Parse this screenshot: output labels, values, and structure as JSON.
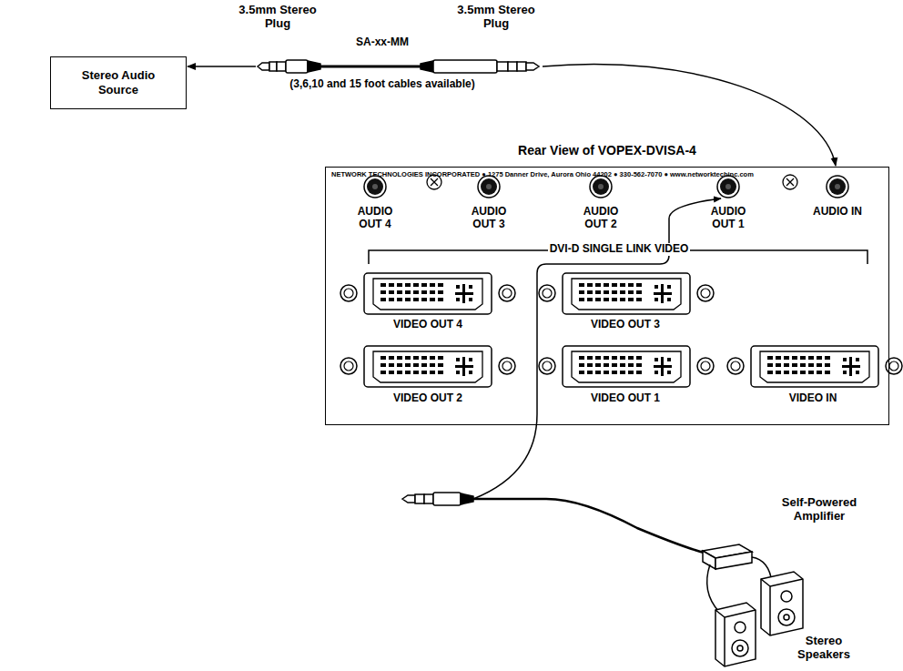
{
  "diagram": {
    "nodes": [
      {
        "text": [
          "Stereo Audio Source"
        ]
      },
      {
        "text": [
          "Rear View of VOPEX-DVISA-4",
          "NETWORK TECHNOLOGIES INCORPORATED ● 1275 Danner Drive, Aurora Ohio 44202 ● 330-562-7070 ● www.networktechinc.com"
        ]
      }
    ],
    "edges": [
      {
        "from": 0,
        "to": 1,
        "arrow": "both"
      }
    ],
    "labels": [
      "3.5mm Stereo Plug",
      "SA-xx-MM",
      "3.5mm Stereo Plug",
      "(3,6,10 and 15 foot cables available)",
      "AUDIO OUT 4",
      "AUDIO OUT 3",
      "AUDIO OUT 2",
      "AUDIO OUT 1",
      "AUDIO IN",
      "DVI-D SINGLE LINK VIDEO",
      "VIDEO OUT 4",
      "VIDEO OUT 3",
      "VIDEO OUT 2",
      "VIDEO OUT 1",
      "VIDEO IN",
      "Self-Powered Amplifier",
      "Stereo Speakers"
    ]
  }
}
